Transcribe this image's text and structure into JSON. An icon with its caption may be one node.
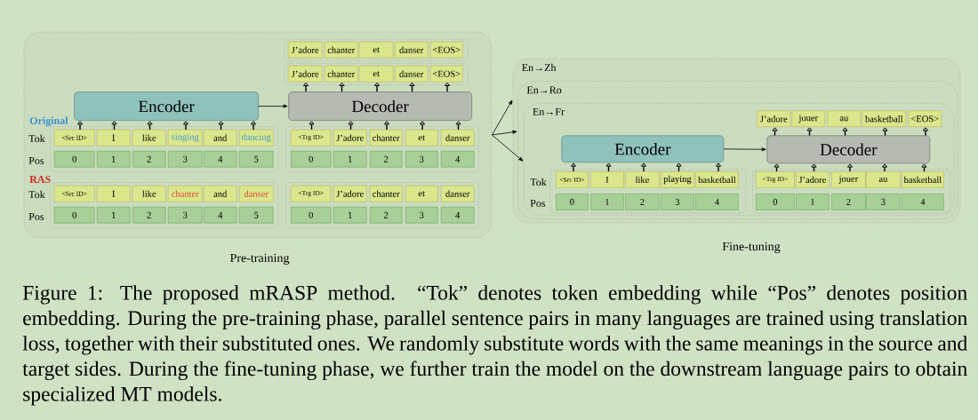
{
  "diagram": {
    "caption": "Figure 1: The proposed mRASP method. “Tok” denotes token embedding while “Pos” denotes position embedding. During the pre-training phase, parallel sentence pairs in many languages are trained using translation loss, together with their substituted ones. We randomly substitute words with the same meanings in the source and target sides. During the fine-tuning phase, we further train the model on the downstream language pairs to obtain specialized MT models.",
    "nodes": [
      {
        "text": [],
        "shape": "box"
      },
      {
        "text": [
          "Encoder"
        ],
        "in": 0
      },
      {
        "text": [
          "Decoder"
        ],
        "in": 0
      },
      {
        "text": [],
        "shape": "box",
        "in": 0
      },
      {
        "text": [
          "J’adore"
        ],
        "in": 3
      },
      {
        "text": [
          "chanter"
        ],
        "in": 3
      },
      {
        "text": [
          "et"
        ],
        "in": 3
      },
      {
        "text": [
          "danser"
        ],
        "in": 3
      },
      {
        "text": [
          "<EOS>"
        ],
        "in": 3
      },
      {
        "text": [],
        "shape": "box",
        "in": 0
      },
      {
        "text": [
          "J’adore"
        ],
        "in": 9
      },
      {
        "text": [
          "chanter"
        ],
        "in": 9
      },
      {
        "text": [
          "et"
        ],
        "in": 9
      },
      {
        "text": [
          "danser"
        ],
        "in": 9
      },
      {
        "text": [
          "<EOS>"
        ],
        "in": 9
      },
      {
        "text": [],
        "shape": "box",
        "in": 0
      },
      {
        "text": [
          "<Src ID>"
        ],
        "in": 15
      },
      {
        "text": [
          "I"
        ],
        "in": 15
      },
      {
        "text": [
          "like"
        ],
        "in": 15
      },
      {
        "text": [
          "singing"
        ],
        "in": 15
      },
      {
        "text": [
          "and"
        ],
        "in": 15
      },
      {
        "text": [
          "dancing"
        ],
        "in": 15
      },
      {
        "text": [
          "0"
        ],
        "in": 15
      },
      {
        "text": [
          "1"
        ],
        "in": 15
      },
      {
        "text": [
          "2"
        ],
        "in": 15
      },
      {
        "text": [
          "3"
        ],
        "in": 15
      },
      {
        "text": [
          "4"
        ],
        "in": 15
      },
      {
        "text": [
          "5"
        ],
        "in": 15
      },
      {
        "text": [],
        "shape": "box",
        "in": 0
      },
      {
        "text": [
          "<Trg ID>"
        ],
        "in": 28
      },
      {
        "text": [
          "J’adore"
        ],
        "in": 28
      },
      {
        "text": [
          "chanter"
        ],
        "in": 28
      },
      {
        "text": [
          "et"
        ],
        "in": 28
      },
      {
        "text": [
          "danser"
        ],
        "in": 28
      },
      {
        "text": [
          "0"
        ],
        "in": 28
      },
      {
        "text": [
          "1"
        ],
        "in": 28
      },
      {
        "text": [
          "2"
        ],
        "in": 28
      },
      {
        "text": [
          "3"
        ],
        "in": 28
      },
      {
        "text": [
          "4"
        ],
        "in": 28
      },
      {
        "text": [],
        "shape": "box",
        "in": 0
      },
      {
        "text": [
          "<Src ID>"
        ],
        "in": 39
      },
      {
        "text": [
          "I"
        ],
        "in": 39
      },
      {
        "text": [
          "like"
        ],
        "in": 39
      },
      {
        "text": [
          "chanter"
        ],
        "in": 39
      },
      {
        "text": [
          "and"
        ],
        "in": 39
      },
      {
        "text": [
          "danser"
        ],
        "in": 39
      },
      {
        "text": [
          "0"
        ],
        "in": 39
      },
      {
        "text": [
          "1"
        ],
        "in": 39
      },
      {
        "text": [
          "2"
        ],
        "in": 39
      },
      {
        "text": [
          "3"
        ],
        "in": 39
      },
      {
        "text": [
          "4"
        ],
        "in": 39
      },
      {
        "text": [
          "5"
        ],
        "in": 39
      },
      {
        "text": [],
        "shape": "box",
        "in": 0
      },
      {
        "text": [
          "<Trg ID>"
        ],
        "in": 52
      },
      {
        "text": [
          "J’adore"
        ],
        "in": 52
      },
      {
        "text": [
          "chanter"
        ],
        "in": 52
      },
      {
        "text": [
          "et"
        ],
        "in": 52
      },
      {
        "text": [
          "danser"
        ],
        "in": 52
      },
      {
        "text": [
          "0"
        ],
        "in": 52
      },
      {
        "text": [
          "1"
        ],
        "in": 52
      },
      {
        "text": [
          "2"
        ],
        "in": 52
      },
      {
        "text": [
          "3"
        ],
        "in": 52
      },
      {
        "text": [
          "4"
        ],
        "in": 52
      },
      {
        "text": [
          "En→Zh"
        ]
      },
      {
        "text": [
          "En→Ro"
        ],
        "in": 63
      },
      {
        "text": [
          "En→Fr"
        ],
        "in": 64
      },
      {
        "text": [
          "Encoder"
        ],
        "in": 65
      },
      {
        "text": [
          "Decoder"
        ],
        "in": 65
      },
      {
        "text": [
          "J’adore"
        ],
        "in": 65
      },
      {
        "text": [
          "jouer"
        ],
        "in": 65
      },
      {
        "text": [
          "au"
        ],
        "in": 65
      },
      {
        "text": [
          "basketball"
        ],
        "in": 65
      },
      {
        "text": [
          "<EOS>"
        ],
        "in": 65
      },
      {
        "text": [],
        "shape": "box",
        "in": 65
      },
      {
        "text": [
          "<Src ID>"
        ],
        "in": 73
      },
      {
        "text": [
          "I"
        ],
        "in": 73
      },
      {
        "text": [
          "like"
        ],
        "in": 73
      },
      {
        "text": [
          "playing"
        ],
        "in": 73
      },
      {
        "text": [
          "basketball"
        ],
        "in": 73
      },
      {
        "text": [
          "0"
        ],
        "in": 73
      },
      {
        "text": [
          "1"
        ],
        "in": 73
      },
      {
        "text": [
          "2"
        ],
        "in": 73
      },
      {
        "text": [
          "3"
        ],
        "in": 73
      },
      {
        "text": [
          "4"
        ],
        "in": 73
      },
      {
        "text": [],
        "shape": "box",
        "in": 65
      },
      {
        "text": [
          "<Trg ID>"
        ],
        "in": 84
      },
      {
        "text": [
          "J’adore"
        ],
        "in": 84
      },
      {
        "text": [
          "jouer"
        ],
        "in": 84
      },
      {
        "text": [
          "au"
        ],
        "in": 84
      },
      {
        "text": [
          "basketball"
        ],
        "in": 84
      },
      {
        "text": [
          "0"
        ],
        "in": 84
      },
      {
        "text": [
          "1"
        ],
        "in": 84
      },
      {
        "text": [
          "2"
        ],
        "in": 84
      },
      {
        "text": [
          "3"
        ],
        "in": 84
      },
      {
        "text": [
          "4"
        ],
        "in": 84
      }
    ],
    "edges": [
      {
        "from": 1,
        "to": 2,
        "arrow": "to"
      },
      {
        "from": 16,
        "to": 1,
        "arrow": "to"
      },
      {
        "from": 17,
        "to": 1,
        "arrow": "to"
      },
      {
        "from": 18,
        "to": 1,
        "arrow": "to"
      },
      {
        "from": 19,
        "to": 1,
        "arrow": "to"
      },
      {
        "from": 20,
        "to": 1,
        "arrow": "to"
      },
      {
        "from": 21,
        "to": 1,
        "arrow": "to"
      },
      {
        "from": 29,
        "to": 2,
        "arrow": "to"
      },
      {
        "from": 30,
        "to": 2,
        "arrow": "to"
      },
      {
        "from": 31,
        "to": 2,
        "arrow": "to"
      },
      {
        "from": 32,
        "to": 2,
        "arrow": "to"
      },
      {
        "from": 33,
        "to": 2,
        "arrow": "to"
      },
      {
        "from": 2,
        "to": 10,
        "arrow": "to"
      },
      {
        "from": 2,
        "to": 11,
        "arrow": "to"
      },
      {
        "from": 2,
        "to": 12,
        "arrow": "to"
      },
      {
        "from": 2,
        "to": 13,
        "arrow": "to"
      },
      {
        "from": 2,
        "to": 14,
        "arrow": "to"
      },
      {
        "from": 0,
        "to": 63,
        "arrow": "to"
      },
      {
        "from": 0,
        "to": 64,
        "arrow": "to"
      },
      {
        "from": 0,
        "to": 65,
        "arrow": "to"
      },
      {
        "from": 66,
        "to": 67,
        "arrow": "to"
      },
      {
        "from": 74,
        "to": 66,
        "arrow": "to"
      },
      {
        "from": 75,
        "to": 66,
        "arrow": "to"
      },
      {
        "from": 76,
        "to": 66,
        "arrow": "to"
      },
      {
        "from": 77,
        "to": 66,
        "arrow": "to"
      },
      {
        "from": 78,
        "to": 66,
        "arrow": "to"
      },
      {
        "from": 85,
        "to": 67,
        "arrow": "to"
      },
      {
        "from": 86,
        "to": 67,
        "arrow": "to"
      },
      {
        "from": 87,
        "to": 67,
        "arrow": "to"
      },
      {
        "from": 88,
        "to": 67,
        "arrow": "to"
      },
      {
        "from": 89,
        "to": 67,
        "arrow": "to"
      },
      {
        "from": 67,
        "to": 68,
        "arrow": "to"
      },
      {
        "from": 67,
        "to": 69,
        "arrow": "to"
      },
      {
        "from": 67,
        "to": 70,
        "arrow": "to"
      },
      {
        "from": 67,
        "to": 71,
        "arrow": "to"
      },
      {
        "from": 67,
        "to": 72,
        "arrow": "to"
      }
    ],
    "labels": [
      "Original",
      "Tok",
      "Pos",
      "RAS",
      "Tok",
      "Pos",
      "Pre-training",
      "Tok",
      "Pos",
      "Fine-tuning"
    ]
  }
}
